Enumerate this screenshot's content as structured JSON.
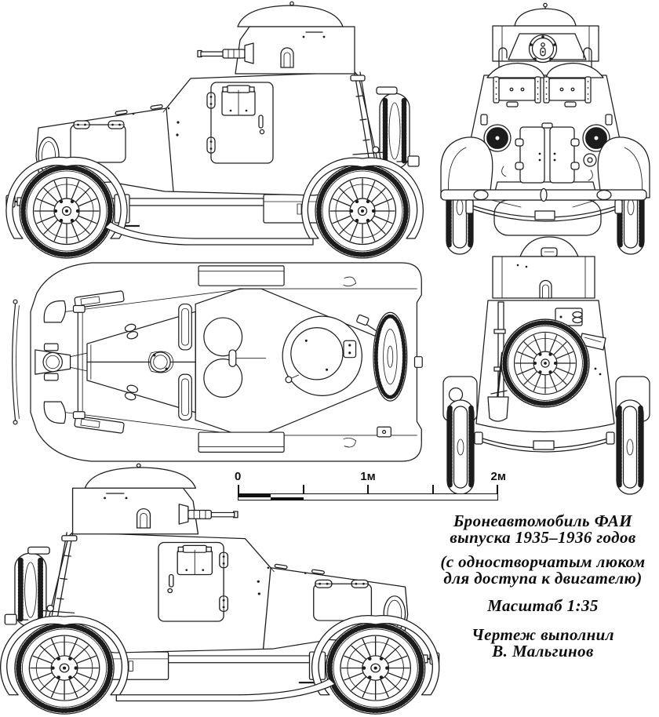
{
  "caption": {
    "title_line1": "Бронеавтомобиль ФАИ",
    "title_line2": "выпуска 1935–1936 годов",
    "note_line1": "(с одностворчатым люком",
    "note_line2": "для доступа к двигателю)",
    "scale_text": "Масштаб 1:35",
    "credit_line1": "Чертеж выполнил",
    "credit_line2": "В. Мальгинов"
  },
  "scale_bar": {
    "labels": [
      "0",
      "1м",
      "2м"
    ],
    "total_meters": 2,
    "tick_interval_meters": 0.5
  },
  "views": [
    "right side view",
    "front view",
    "top view",
    "rear view",
    "left side view"
  ],
  "colors": {
    "line": "#1c1c1c",
    "background": "#ffffff"
  }
}
